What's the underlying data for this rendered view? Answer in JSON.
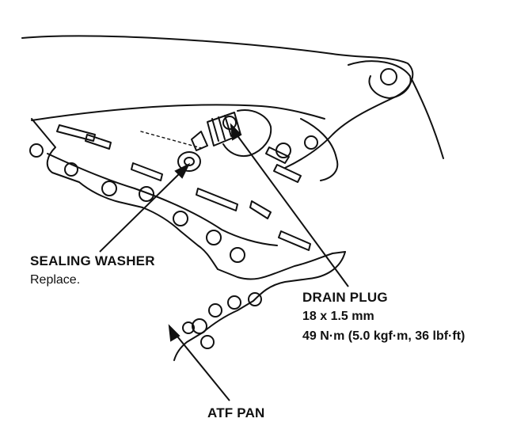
{
  "labels": {
    "sealing_washer": "SEALING WASHER",
    "sealing_washer_note": "Replace.",
    "drain_plug": "DRAIN PLUG",
    "drain_plug_size": "18 x 1.5 mm",
    "drain_plug_torque": "49 N·m (5.0 kgf·m, 36 lbf·ft)",
    "atf_pan": "ATF PAN"
  },
  "colors": {
    "ink": "#111111",
    "paper": "#ffffff"
  }
}
